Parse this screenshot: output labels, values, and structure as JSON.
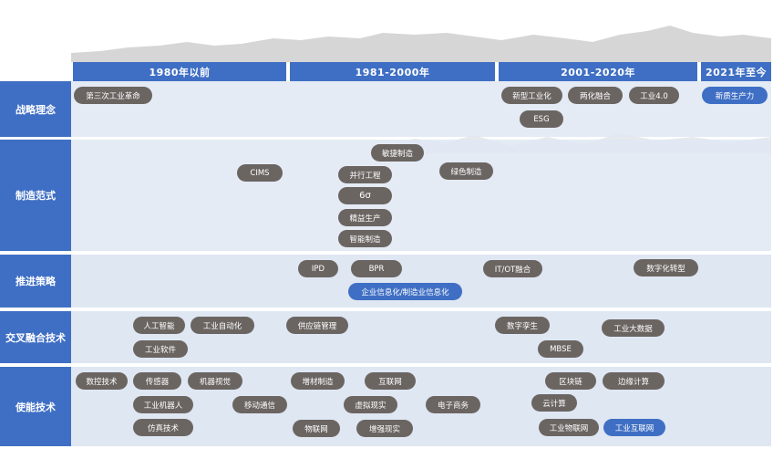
{
  "periods": [
    "1980年以前",
    "1981-2000年",
    "2001-2020年",
    "2021年至今"
  ],
  "rows": [
    "战略理念",
    "制造范式",
    "推进策略",
    "交叉融合技术",
    "使能技术"
  ],
  "strategy": {
    "p1": "第三次工业革命",
    "p2": "新型工业化",
    "p3": "两化融合",
    "p4": "工业4.0",
    "p5": "ESG",
    "p6": "新质生产力"
  },
  "paradigm": {
    "p1": "CIMS",
    "p2": "敏捷制造",
    "p3": "并行工程",
    "p4": "绿色制造",
    "p5": "6σ",
    "p6": "精益生产",
    "p7": "智能制造"
  },
  "policy": {
    "p1": "IPD",
    "p2": "BPR",
    "p3": "IT/OT融合",
    "p4": "数字化转型",
    "p5": "企业信息化/制造业信息化"
  },
  "fusion": {
    "p1": "人工智能",
    "p2": "工业自动化",
    "p3": "供应链管理",
    "p4": "数字孪生",
    "p5": "工业大数据",
    "p6": "工业软件",
    "p7": "MBSE"
  },
  "enabling": {
    "p1": "数控技术",
    "p2": "传感器",
    "p3": "机器视觉",
    "p4": "增材制造",
    "p5": "互联网",
    "p6": "区块链",
    "p7": "边缘计算",
    "p8": "工业机器人",
    "p9": "移动通信",
    "p10": "虚拟现实",
    "p11": "电子商务",
    "p12": "云计算",
    "p13": "仿真技术",
    "p14": "物联网",
    "p15": "增强现实",
    "p16": "工业物联网",
    "p17": "工业互联网"
  },
  "colors": {
    "header_blue": "#3f6fc4",
    "band": "#dfe7f3",
    "pill_gray": "#6b6562",
    "pill_blue": "#3f6fc4",
    "mountain": "#d4d4d4"
  }
}
